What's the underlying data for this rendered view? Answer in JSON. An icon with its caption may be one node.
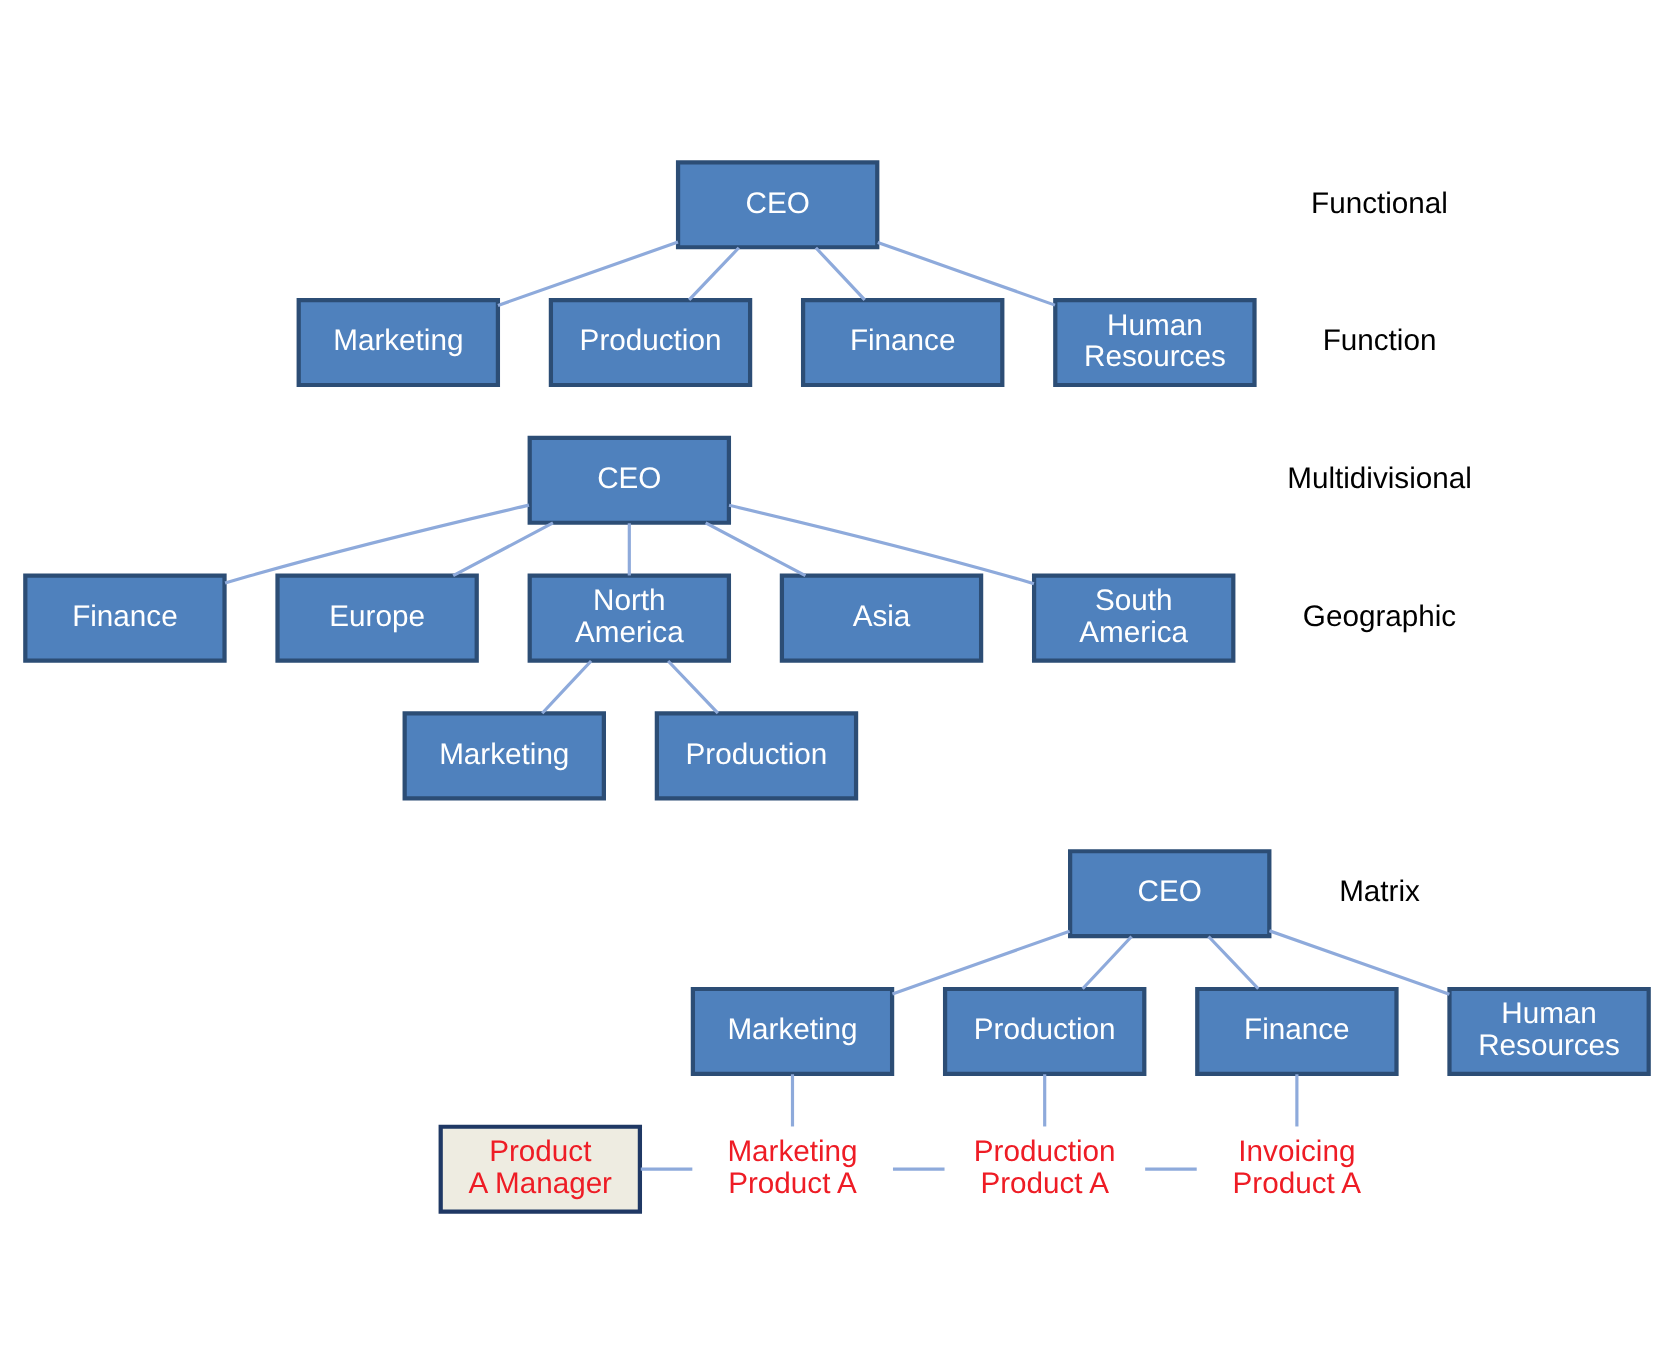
{
  "diagram": {
    "nodes": [
      {
        "text": [
          "CEO"
        ]
      },
      {
        "text": [
          "Marketing"
        ]
      },
      {
        "text": [
          "Production"
        ]
      },
      {
        "text": [
          "Finance"
        ]
      },
      {
        "text": [
          "Human Resources"
        ]
      },
      {
        "text": [
          "CEO"
        ]
      },
      {
        "text": [
          "Finance"
        ]
      },
      {
        "text": [
          "Europe"
        ]
      },
      {
        "text": [
          "North America"
        ]
      },
      {
        "text": [
          "Asia"
        ]
      },
      {
        "text": [
          "South America"
        ]
      },
      {
        "text": [
          "Marketing"
        ]
      },
      {
        "text": [
          "Production"
        ]
      },
      {
        "text": [
          "CEO"
        ]
      },
      {
        "text": [
          "Marketing"
        ]
      },
      {
        "text": [
          "Production"
        ]
      },
      {
        "text": [
          "Finance"
        ]
      },
      {
        "text": [
          "Human Resources"
        ]
      },
      {
        "text": [
          "Product A Manager"
        ]
      },
      {
        "text": [
          "Marketing Product A"
        ]
      },
      {
        "text": [
          "Production Product A"
        ]
      },
      {
        "text": [
          "Invoicing Product A"
        ]
      }
    ],
    "edges": [
      {
        "from": 0,
        "to": 1,
        "arrow": "none"
      },
      {
        "from": 0,
        "to": 2,
        "arrow": "none"
      },
      {
        "from": 0,
        "to": 3,
        "arrow": "none"
      },
      {
        "from": 0,
        "to": 4,
        "arrow": "none"
      },
      {
        "from": 5,
        "to": 6,
        "arrow": "none"
      },
      {
        "from": 5,
        "to": 7,
        "arrow": "none"
      },
      {
        "from": 5,
        "to": 8,
        "arrow": "none"
      },
      {
        "from": 5,
        "to": 9,
        "arrow": "none"
      },
      {
        "from": 5,
        "to": 10,
        "arrow": "none"
      },
      {
        "from": 8,
        "to": 11,
        "arrow": "none"
      },
      {
        "from": 8,
        "to": 12,
        "arrow": "none"
      },
      {
        "from": 13,
        "to": 14,
        "arrow": "none"
      },
      {
        "from": 13,
        "to": 15,
        "arrow": "none"
      },
      {
        "from": 13,
        "to": 16,
        "arrow": "none"
      },
      {
        "from": 13,
        "to": 17,
        "arrow": "none"
      },
      {
        "from": 14,
        "to": 19,
        "arrow": "none"
      },
      {
        "from": 15,
        "to": 20,
        "arrow": "none"
      },
      {
        "from": 16,
        "to": 21,
        "arrow": "none"
      },
      {
        "from": 18,
        "to": 19,
        "arrow": "none"
      },
      {
        "from": 19,
        "to": 20,
        "arrow": "none"
      },
      {
        "from": 20,
        "to": 21,
        "arrow": "none"
      }
    ],
    "labels": [
      "Functional",
      "Function",
      "Multidivisional",
      "Geographic",
      "Matrix"
    ]
  }
}
